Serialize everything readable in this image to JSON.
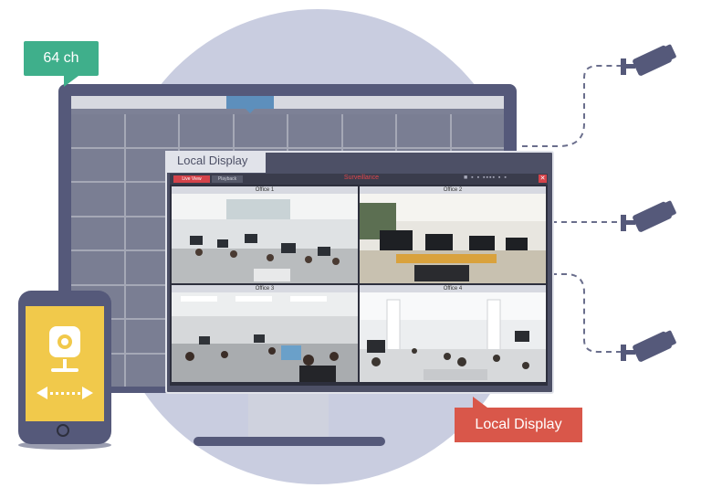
{
  "diagram": {
    "channel_tag": "64 ch",
    "local_display_tab": "Local Display",
    "local_display_badge": "Local Display",
    "toolbar": {
      "live_view": "Live View",
      "playback": "Playback",
      "title": "Surveillance",
      "close": "✕"
    },
    "cameras": [
      {
        "label": "Office 1"
      },
      {
        "label": "Office 2"
      },
      {
        "label": "Office 3"
      },
      {
        "label": "Office 4"
      }
    ],
    "colors": {
      "circle": "#c9cde0",
      "monitor": "#55597a",
      "tag_green": "#3faf8b",
      "badge_red": "#d9574a",
      "phone_screen": "#f1c94b",
      "wire": "#6a6e8c"
    },
    "icons": [
      "ip-camera-icon",
      "ip-camera-icon",
      "ip-camera-icon",
      "camera-icon",
      "double-arrow-icon"
    ]
  }
}
